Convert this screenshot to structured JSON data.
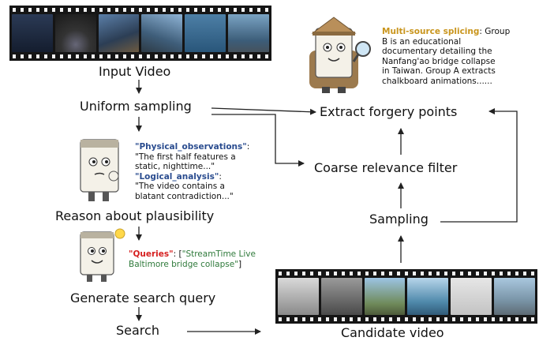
{
  "labels": {
    "input_video": "Input Video",
    "uniform_sampling": "Uniform sampling",
    "reason": "Reason about plausibility",
    "generate_query": "Generate search query",
    "search": "Search",
    "candidate_video": "Candidate video",
    "sampling": "Sampling",
    "coarse_filter": "Coarse relevance filter",
    "extract_points": "Extract forgery points"
  },
  "reasoning_note": {
    "key1": "\"Physical_observations\"",
    "val1_line1": "\"The first half features a",
    "val1_line2": "static, nighttime...\"",
    "key2": "\"Logical_analysis\"",
    "val2_line1": "\"The video contains a",
    "val2_line2": "blatant contradiction...\""
  },
  "query_note": {
    "key": "\"Queries\"",
    "sep": ": [",
    "val_line1": "\"StreamTime Live",
    "val_line2": "Baltimore bridge collapse\"",
    "close": "]"
  },
  "splicing_note": {
    "key": "Multi-source splicing",
    "text_line1": ": Group",
    "text_line2": "B is an educational",
    "text_line3": "documentary detailing the",
    "text_line4": "Nanfang'ao bridge collapse",
    "text_line5": "in Taiwan. Group A extracts",
    "text_line6": "chalkboard animations......"
  },
  "colors": {
    "blue_key": "#2a4c8f",
    "gold_key": "#c9951d",
    "red_key": "#d61f1f",
    "green_text": "#2f7a3b"
  }
}
